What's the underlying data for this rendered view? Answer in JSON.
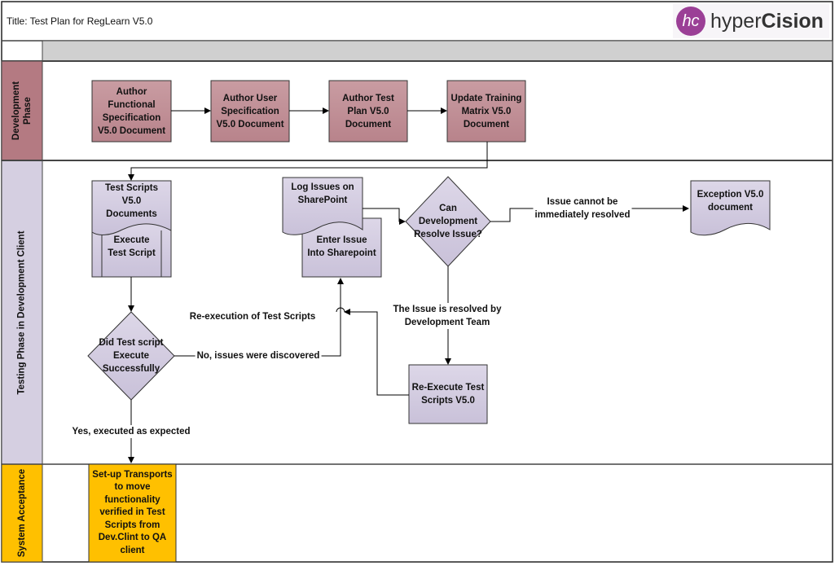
{
  "header": {
    "title": "Title: Test Plan for RegLearn V5.0"
  },
  "logo": {
    "brand_light": "hyper",
    "brand_bold": "Cision",
    "mark": "hc"
  },
  "lanes": [
    {
      "label": "Development\nPhase",
      "color": "#b47a82"
    },
    {
      "label": "Testing Phase in Development Client",
      "color": "#d5cfe1"
    },
    {
      "label": "System Acceptance",
      "color": "#ffc000"
    }
  ],
  "nodes": {
    "author_func_spec": "Author\nFunctional\nSpecification\nV5.0 Document",
    "author_user_spec": "Author User\nSpecification\nV5.0 Document",
    "author_test_plan": "Author Test\nPlan V5.0\nDocument",
    "update_training": "Update Training\nMatrix V5.0\nDocument",
    "test_scripts_doc": "Test Scripts\nV5.0\nDocuments",
    "execute_test_script": "Execute\nTest Script",
    "log_issues": "Log Issues on\nSharePoint",
    "enter_issue": "Enter Issue\nInto Sharepoint",
    "can_dev_resolve": "Can\nDevelopment\nResolve Issue?",
    "exception_doc": "Exception V5.0\ndocument",
    "did_test_execute": "Did Test script\nExecute\nSuccessfully",
    "re_execute": "Re-Execute Test\nScripts V5.0",
    "setup_transports": "Set-up Transports\nto move\nfunctionality\nverified in Test\nScripts from\nDev.Clint to QA\nclient"
  },
  "edges": {
    "cannot_resolve": "Issue cannot be\nimmediately resolved",
    "resolved_by_team": "The Issue is resolved by\nDevelopment Team",
    "re_execution": "Re-execution of Test Scripts",
    "issues_discovered": "No, issues were discovered",
    "executed_expected": "Yes, executed as expected"
  },
  "colors": {
    "dev_node": "#c2939a",
    "test_node": "#d3cde0",
    "accept_node": "#ffc000",
    "header_band": "#d0d0d0"
  }
}
